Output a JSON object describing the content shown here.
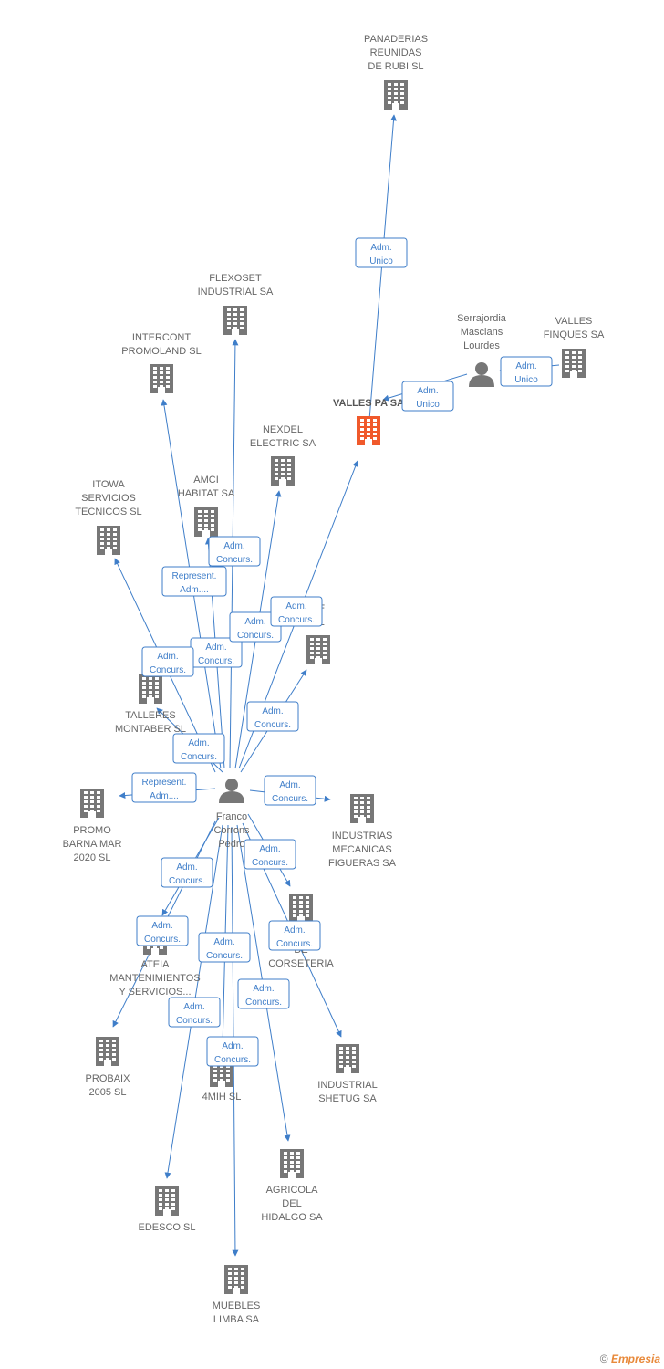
{
  "colors": {
    "edge": "#3f7ec9",
    "company": "#777777",
    "focus": "#f0592b",
    "person": "#777777",
    "badge_border": "#3f7ec9"
  },
  "nodes": [
    {
      "id": "center",
      "type": "person",
      "lines": [
        "Franco",
        "Corrons",
        "Pedro"
      ]
    },
    {
      "id": "panaderias",
      "type": "company",
      "lines": [
        "PANADERIAS",
        "REUNIDAS",
        "DE RUBI SL"
      ]
    },
    {
      "id": "valles_pa",
      "type": "focus",
      "lines": [
        "VALLES PA SA"
      ]
    },
    {
      "id": "serrajordia",
      "type": "person",
      "lines": [
        "Serrajordia",
        "Masclans",
        "Lourdes"
      ]
    },
    {
      "id": "valles_finques",
      "type": "company",
      "lines": [
        "VALLES",
        "FINQUES SA"
      ]
    },
    {
      "id": "flexoset",
      "type": "company",
      "lines": [
        "FLEXOSET",
        "INDUSTRIAL SA"
      ]
    },
    {
      "id": "intercont",
      "type": "company",
      "lines": [
        "INTERCONT",
        "PROMOLAND SL"
      ]
    },
    {
      "id": "nexdel",
      "type": "company",
      "lines": [
        "NEXDEL",
        "ELECTRIC SA"
      ]
    },
    {
      "id": "amci",
      "type": "company",
      "lines": [
        "AMCI",
        "HABITAT SA"
      ]
    },
    {
      "id": "itowa",
      "type": "company",
      "lines": [
        "ITOWA",
        "SERVICIOS",
        "TECNICOS SL"
      ]
    },
    {
      "id": "ye",
      "type": "company",
      "lines": [
        "YE",
        "SL"
      ]
    },
    {
      "id": "talleres",
      "type": "company",
      "lines": [
        "TALLERES",
        "MONTABER SL"
      ]
    },
    {
      "id": "promo",
      "type": "company",
      "lines": [
        "PROMO",
        "BARNA MAR",
        "2020 SL"
      ]
    },
    {
      "id": "ind_mec",
      "type": "company",
      "lines": [
        "INDUSTRIAS",
        "MECANICAS",
        "FIGUERAS SA"
      ]
    },
    {
      "id": "corseteria",
      "type": "company",
      "lines": [
        "O",
        "DE",
        "CORSETERIA"
      ]
    },
    {
      "id": "ateia",
      "type": "company",
      "lines": [
        "ATEIA",
        "MANTENIMIENTOS",
        "Y SERVICIOS..."
      ]
    },
    {
      "id": "probaix",
      "type": "company",
      "lines": [
        "PROBAIX",
        "2005 SL"
      ]
    },
    {
      "id": "mih",
      "type": "company",
      "lines": [
        "4MIH SL"
      ]
    },
    {
      "id": "shetug",
      "type": "company",
      "lines": [
        "INDUSTRIAL",
        "SHETUG SA"
      ]
    },
    {
      "id": "agricola",
      "type": "company",
      "lines": [
        "AGRICOLA",
        "DEL",
        "HIDALGO SA"
      ]
    },
    {
      "id": "edesco",
      "type": "company",
      "lines": [
        "EDESCO SL"
      ]
    },
    {
      "id": "muebles",
      "type": "company",
      "lines": [
        "MUEBLES",
        "LIMBA SA"
      ]
    }
  ],
  "edges": [
    {
      "from": "valles_pa",
      "to": "panaderias",
      "badge": [
        "Adm.",
        "Unico"
      ]
    },
    {
      "from": "serrajordia",
      "to": "valles_pa",
      "badge": [
        "Adm.",
        "Unico"
      ]
    },
    {
      "from": "valles_finques",
      "to": "serrajordia",
      "badge": [
        "Adm.",
        "Unico"
      ]
    },
    {
      "from": "center",
      "to": "flexoset",
      "badge": [
        "Adm.",
        "Concurs."
      ]
    },
    {
      "from": "center",
      "to": "intercont",
      "badge": [
        "Represent.",
        "Adm...."
      ]
    },
    {
      "from": "center",
      "to": "amci",
      "badge": [
        "Adm.",
        "Concurs."
      ]
    },
    {
      "from": "center",
      "to": "nexdel",
      "badge": [
        "Adm.",
        "Concurs."
      ]
    },
    {
      "from": "center",
      "to": "valles_pa",
      "badge": [
        "Adm.",
        "Concurs."
      ]
    },
    {
      "from": "center",
      "to": "itowa",
      "badge": [
        "Adm.",
        "Concurs."
      ]
    },
    {
      "from": "center",
      "to": "ye",
      "badge": [
        "Adm.",
        "Concurs."
      ]
    },
    {
      "from": "center",
      "to": "talleres",
      "badge": [
        "Adm.",
        "Concurs."
      ]
    },
    {
      "from": "center",
      "to": "promo",
      "badge": [
        "Represent.",
        "Adm...."
      ]
    },
    {
      "from": "center",
      "to": "ind_mec",
      "badge": [
        "Adm.",
        "Concurs."
      ]
    },
    {
      "from": "center",
      "to": "corseteria",
      "badge": [
        "Adm.",
        "Concurs."
      ]
    },
    {
      "from": "center",
      "to": "ateia",
      "badge": [
        "Adm.",
        "Concurs."
      ]
    },
    {
      "from": "center",
      "to": "probaix",
      "badge": [
        "Adm.",
        "Concurs."
      ]
    },
    {
      "from": "center",
      "to": "mih",
      "badge": [
        "Adm.",
        "Concurs."
      ]
    },
    {
      "from": "center",
      "to": "shetug",
      "badge": [
        "Adm.",
        "Concurs."
      ]
    },
    {
      "from": "center",
      "to": "agricola",
      "badge": [
        "Adm.",
        "Concurs."
      ]
    },
    {
      "from": "center",
      "to": "edesco",
      "badge": [
        "Adm.",
        "Concurs."
      ]
    },
    {
      "from": "center",
      "to": "muebles",
      "badge": [
        "Adm.",
        "Concurs."
      ]
    }
  ],
  "watermark": {
    "symbol": "©",
    "brand": "Empresia"
  }
}
